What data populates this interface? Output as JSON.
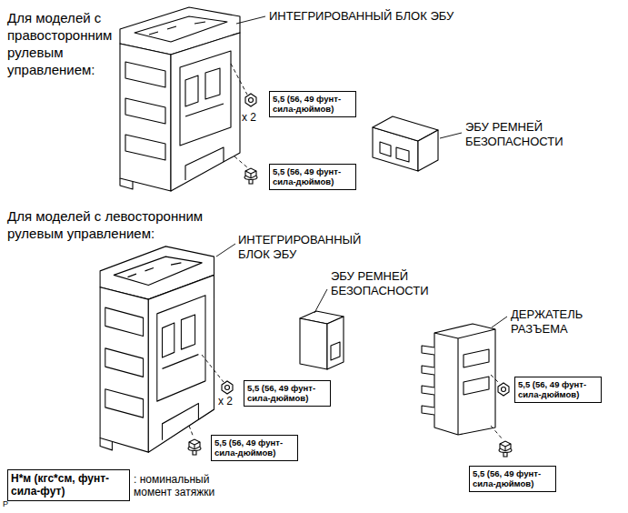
{
  "diagram": {
    "nodes": [
      {
        "text": [
          "5,5 (56, 49 фунт-сила-дюймов)"
        ]
      },
      {
        "text": [
          "5,5 (56, 49 фунт-сила-дюймов)"
        ]
      },
      {
        "text": [
          "5,5 (56, 49 фунт-сила-дюймов)"
        ]
      },
      {
        "text": [
          "5,5 (56, 49 фунт-сила-дюймов)"
        ]
      },
      {
        "text": [
          "5,5 (56, 49 фунт-сила-дюймов)"
        ]
      },
      {
        "text": [
          "5,5 (56, 49 фунт-сила-дюймов)"
        ]
      },
      {
        "text": [
          "Н*м (кгс*см, фунт-сила-фут)"
        ]
      }
    ],
    "labels": [
      "Для моделей с правосторонним рулевым управлением:",
      "ИНТЕГРИРОВАННЫЙ БЛОК ЭБУ",
      "x 2",
      "ЭБУ РЕМНЕЙ БЕЗОПАСНОСТИ",
      "Для моделей с левосторонним рулевым управлением:",
      "ИНТЕГРИРОВАННЫЙ БЛОК ЭБУ",
      "ЭБУ РЕМНЕЙ БЕЗОПАСНОСТИ",
      "ДЕРЖАТЕЛЬ РАЗЪЕМА",
      "x 2",
      ": номинальный момент затяжки",
      "P"
    ]
  }
}
